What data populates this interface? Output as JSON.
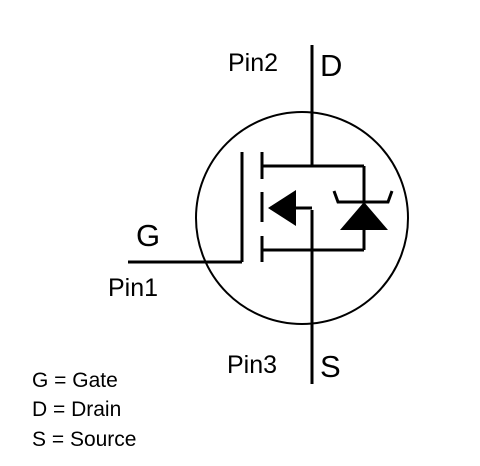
{
  "symbol": {
    "terminals": {
      "gate": "G",
      "drain": "D",
      "source": "S"
    },
    "pins": {
      "gate_pin": "Pin1",
      "drain_pin": "Pin2",
      "source_pin": "Pin3"
    }
  },
  "legend": [
    "G = Gate",
    "D = Drain",
    "S = Source"
  ],
  "colors": {
    "stroke": "#000000",
    "background": "#ffffff"
  }
}
